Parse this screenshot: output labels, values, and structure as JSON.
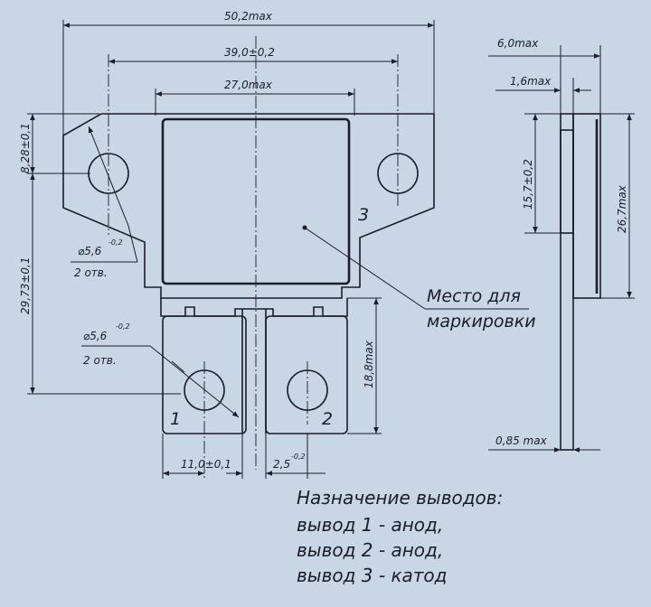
{
  "dimensions": {
    "overall_width": "50,2max",
    "hole_spacing": "39,0±0,2",
    "body_width": "27,0max",
    "top_hole_offset": "8,28±0,1",
    "total_height": "29,73±0,1",
    "hole_dia": "5,6",
    "hole_dia_tol": "-0,2",
    "hole_count": "2 отв.",
    "lead_length": "18,8max",
    "lead_spacing": "11,0±0,1",
    "slot_width": "2,5",
    "slot_tol": "-0,2",
    "side_total": "6,0max",
    "side_flange": "1,6max",
    "side_body_h": "15,7±0,2",
    "side_height": "26,7max",
    "lead_thickness": "0,85 max"
  },
  "callouts": {
    "terminal_1": "1",
    "terminal_2": "2",
    "terminal_3": "3",
    "marking_line1": "Место для",
    "marking_line2": "маркировки"
  },
  "pinout": {
    "title": "Назначение выводов:",
    "rows": [
      "вывод 1  -  анод,",
      "вывод 2  -  анод,",
      "вывод 3  -  катод"
    ]
  }
}
